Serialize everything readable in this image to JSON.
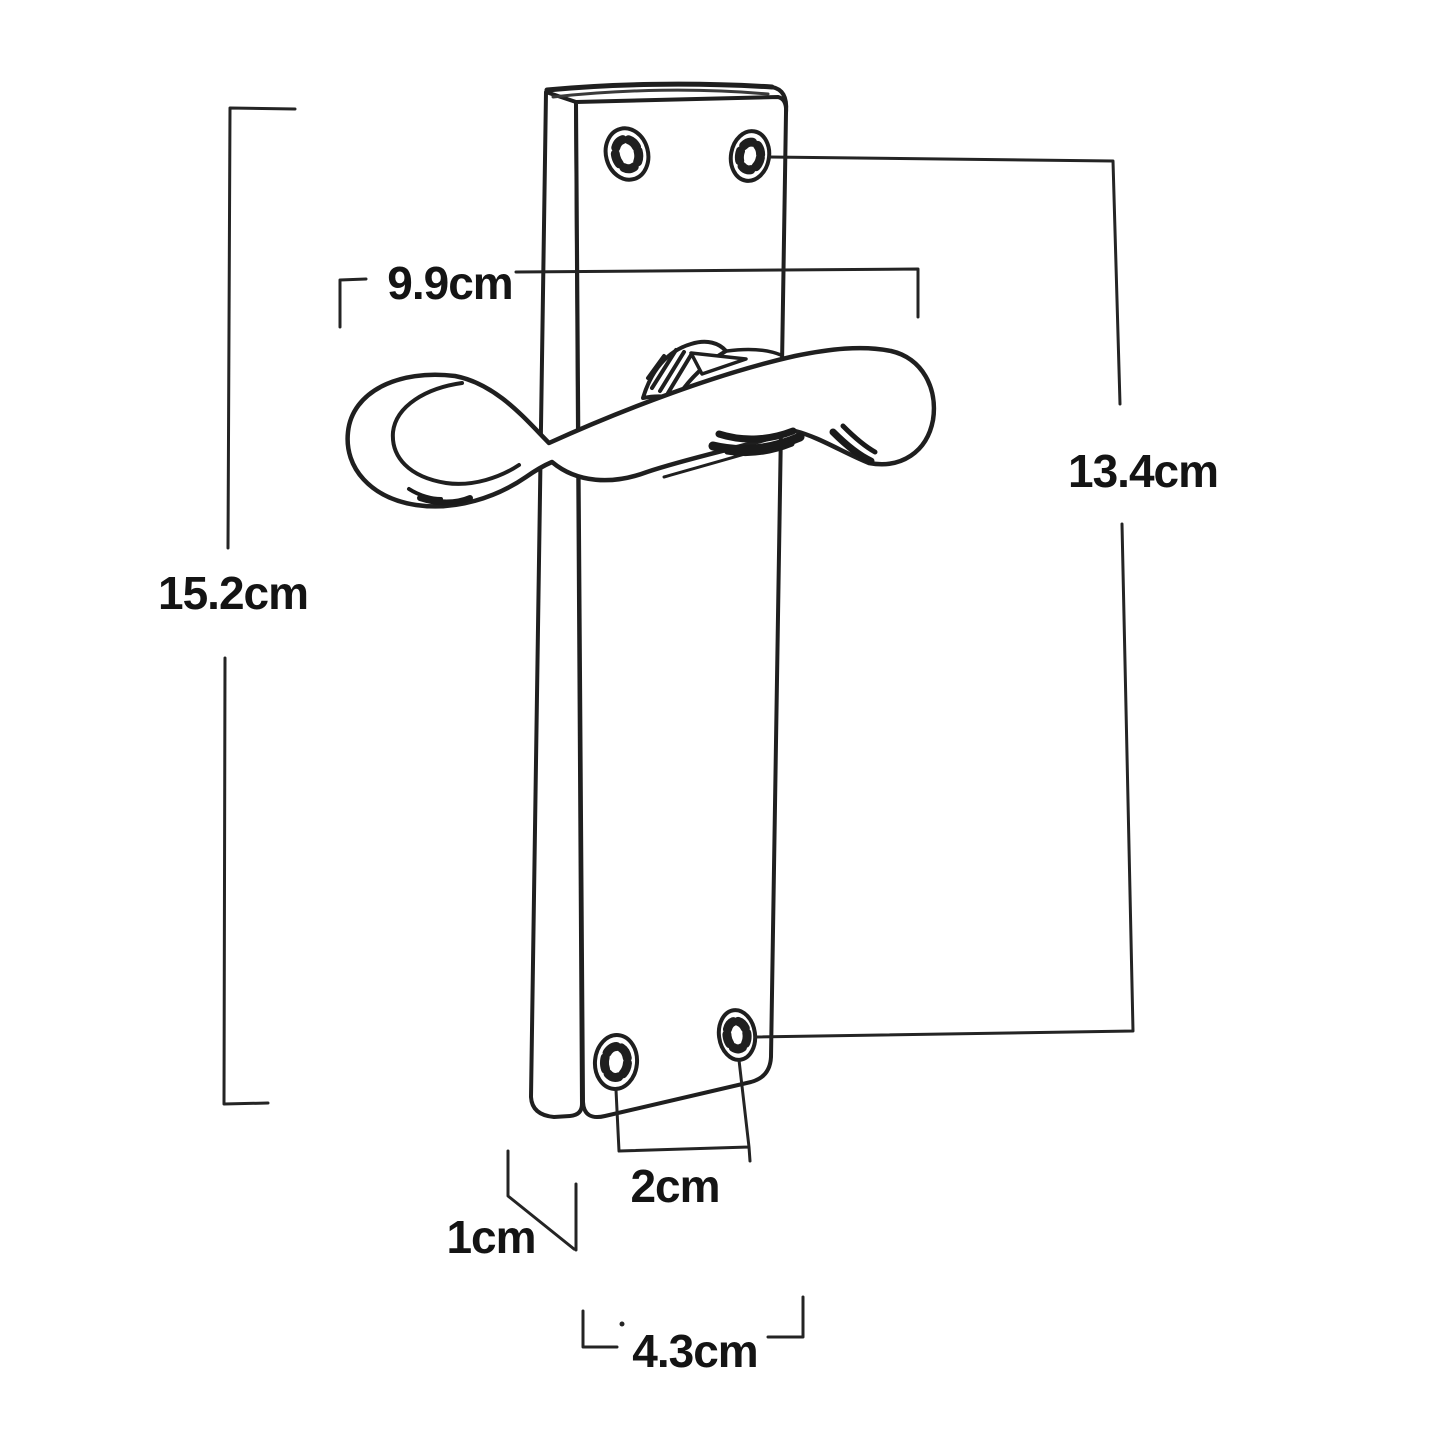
{
  "drawing": {
    "subject": "scroll-lever-door-handle-on-backplate-technical-sketch",
    "background": "#ffffff",
    "ink": "#1f1f1f",
    "dimensions": {
      "plate_height": {
        "label": "15.2cm"
      },
      "handle_width": {
        "label": "9.9cm"
      },
      "screw_spacing_vertical": {
        "label": "13.4cm"
      },
      "screw_spacing_horizontal": {
        "label": "2cm"
      },
      "plate_thickness": {
        "label": "1cm"
      },
      "plate_width": {
        "label": "4.3cm"
      }
    }
  }
}
